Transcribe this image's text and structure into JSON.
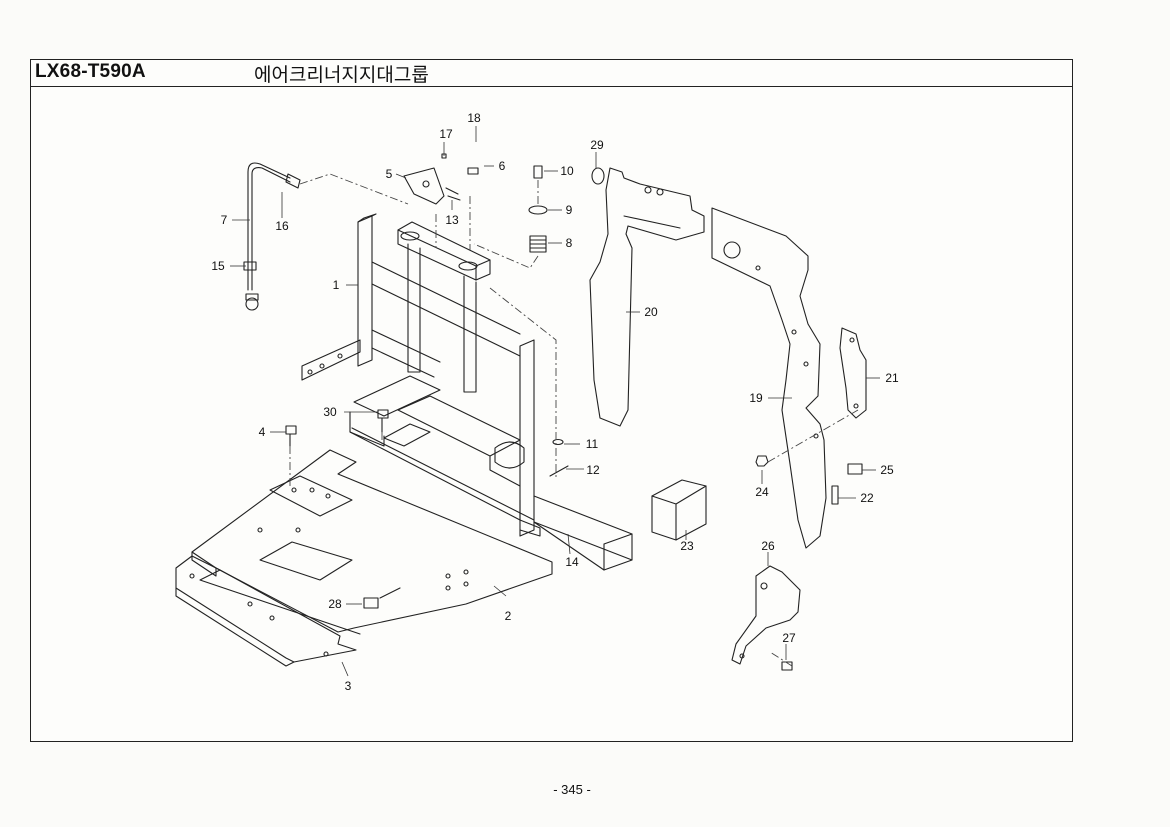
{
  "header": {
    "model": "LX68-T590A",
    "group_name": "에어크리너지지대그룹"
  },
  "callouts": [
    {
      "id": "1"
    },
    {
      "id": "2"
    },
    {
      "id": "3"
    },
    {
      "id": "4"
    },
    {
      "id": "5"
    },
    {
      "id": "6"
    },
    {
      "id": "7"
    },
    {
      "id": "8"
    },
    {
      "id": "9"
    },
    {
      "id": "10"
    },
    {
      "id": "11"
    },
    {
      "id": "12"
    },
    {
      "id": "13"
    },
    {
      "id": "14"
    },
    {
      "id": "15"
    },
    {
      "id": "16"
    },
    {
      "id": "17"
    },
    {
      "id": "18"
    },
    {
      "id": "19"
    },
    {
      "id": "20"
    },
    {
      "id": "21"
    },
    {
      "id": "22"
    },
    {
      "id": "23"
    },
    {
      "id": "24"
    },
    {
      "id": "25"
    },
    {
      "id": "26"
    },
    {
      "id": "27"
    },
    {
      "id": "28"
    },
    {
      "id": "29"
    },
    {
      "id": "30"
    }
  ],
  "footer": {
    "page": "- 345 -"
  }
}
